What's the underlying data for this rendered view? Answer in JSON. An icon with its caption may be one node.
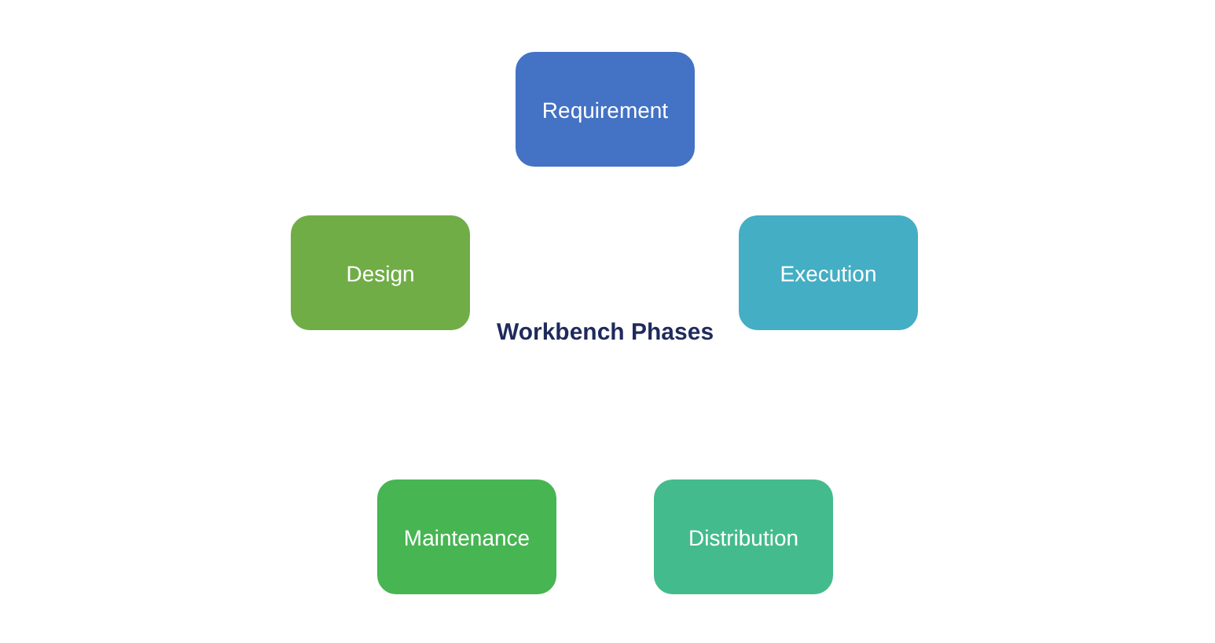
{
  "diagram": {
    "title": "Workbench Phases",
    "nodes": [
      {
        "text": [
          "Requirement"
        ]
      },
      {
        "text": [
          "Design"
        ]
      },
      {
        "text": [
          "Execution"
        ]
      },
      {
        "text": [
          "Maintenance"
        ]
      },
      {
        "text": [
          "Distribution"
        ]
      }
    ]
  }
}
